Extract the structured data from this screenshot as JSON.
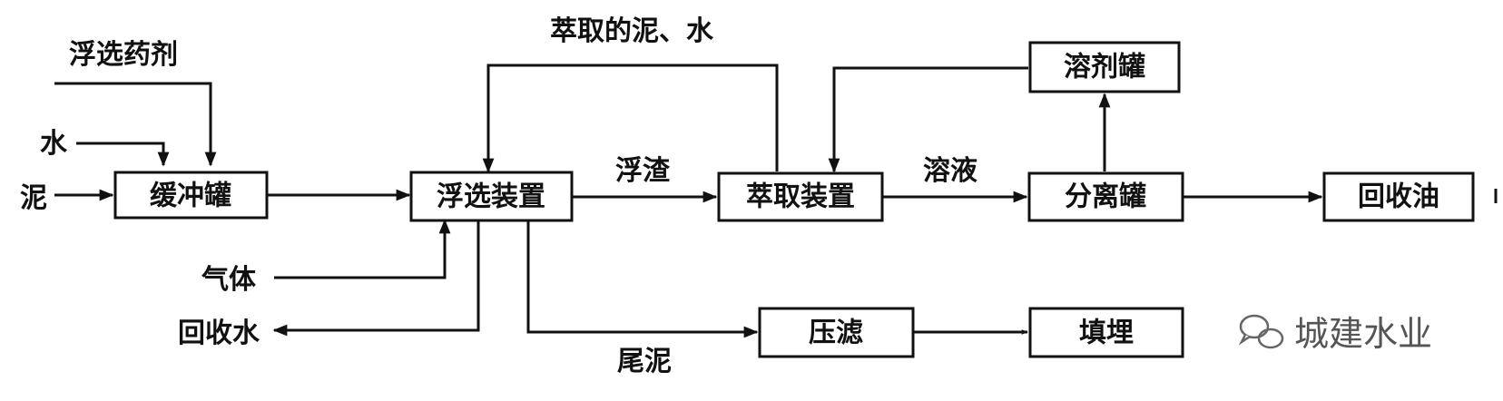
{
  "boxes": {
    "buffer_tank": "缓冲罐",
    "flotation_unit": "浮选装置",
    "extraction_unit": "萃取装置",
    "separation_tank": "分离罐",
    "recovered_oil": "回收油",
    "solvent_tank": "溶剂罐",
    "filter_press": "压滤",
    "landfill": "填埋"
  },
  "labels": {
    "flotation_agent": "浮选药剂",
    "water": "水",
    "sludge": "泥",
    "gas": "气体",
    "recycled_water": "回收水",
    "scum": "浮渣",
    "extracted_sludge_water": "萃取的泥、水",
    "solution": "溶液",
    "tailings": "尾泥"
  },
  "watermark": {
    "text": "城建水业",
    "icon": "wechat-icon"
  }
}
